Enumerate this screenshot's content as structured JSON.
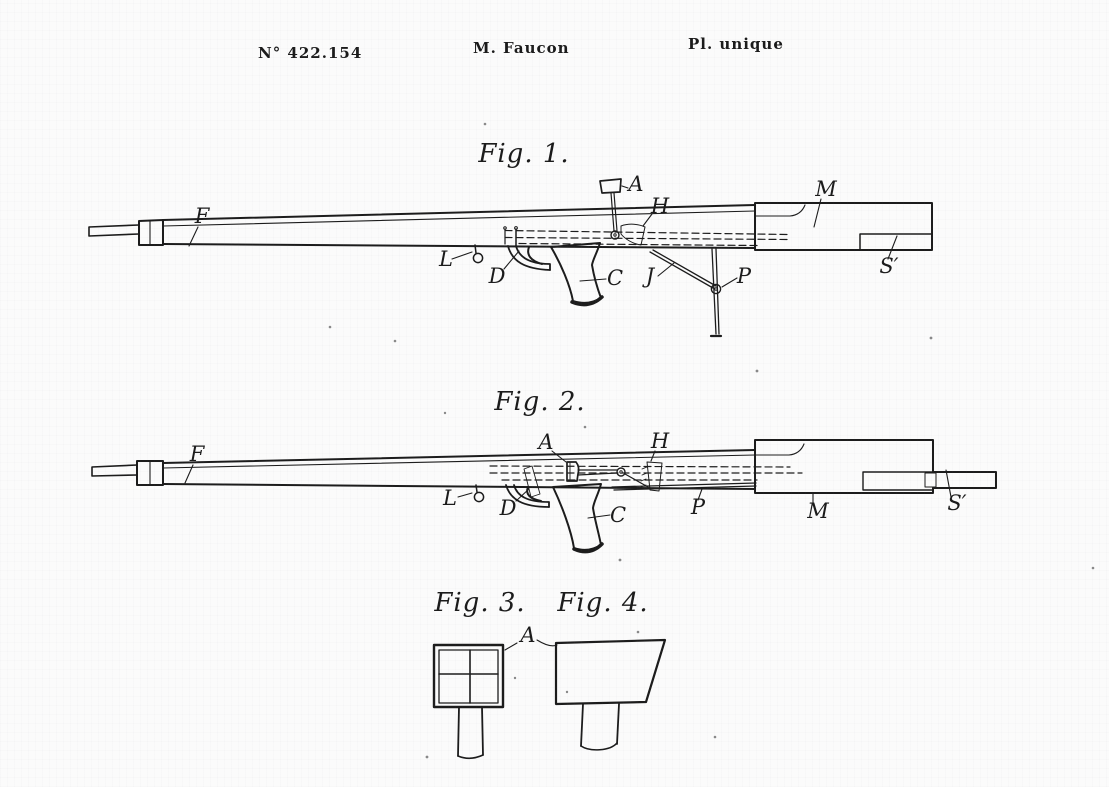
{
  "header": {
    "patent_number": "N° 422.154",
    "inventor": "M. Faucon",
    "plate": "Pl. unique"
  },
  "colors": {
    "ink": "#1c1c1c",
    "paper": "#fbfbfb"
  },
  "figures": {
    "fig1": {
      "title": "Fig. 1.",
      "labels": {
        "f": "F",
        "a": "A",
        "h": "H",
        "l": "L",
        "d": "D",
        "c": "C",
        "j": "J",
        "p": "P",
        "m": "M",
        "s_prime": "S′"
      }
    },
    "fig2": {
      "title": "Fig. 2.",
      "labels": {
        "f": "F",
        "a": "A",
        "h": "H",
        "l": "L",
        "d": "D",
        "c": "C",
        "p": "P",
        "m": "M",
        "s_prime": "S′"
      }
    },
    "fig3": {
      "title": "Fig. 3."
    },
    "fig4": {
      "title": "Fig. 4."
    },
    "fig34": {
      "a": "A"
    }
  }
}
